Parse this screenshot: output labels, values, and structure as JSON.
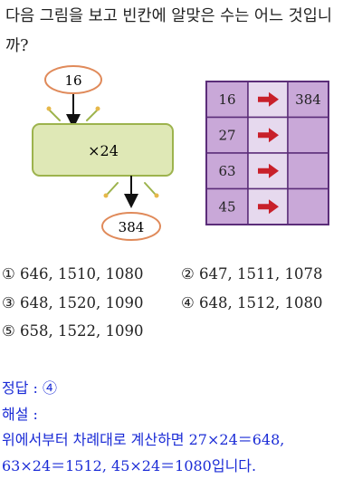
{
  "question": {
    "line1": "다음 그림을 보고 빈칸에 알맞은 수는 어느 것입니",
    "line2": "까?"
  },
  "machine": {
    "input": "16",
    "operation": "×24",
    "output": "384",
    "colors": {
      "outline": "#e08a5a",
      "box_fill": "#dfe8b6",
      "box_stroke": "#9db34d"
    }
  },
  "table": {
    "rows": [
      {
        "input": "16",
        "output": "384"
      },
      {
        "input": "27",
        "output": ""
      },
      {
        "input": "63",
        "output": ""
      },
      {
        "input": "45",
        "output": ""
      }
    ],
    "arrow_icon": "right-arrow-icon",
    "colors": {
      "cell": "#c9a8d8",
      "mid": "#e6d9ee",
      "border": "#5b2d79",
      "arrow": "#c8202a"
    }
  },
  "choices": [
    {
      "mark": "①",
      "text": "646, 1510, 1080"
    },
    {
      "mark": "②",
      "text": "647, 1511, 1078"
    },
    {
      "mark": "③",
      "text": "648, 1520, 1090"
    },
    {
      "mark": "④",
      "text": "648, 1512, 1080"
    },
    {
      "mark": "⑤",
      "text": "658, 1522, 1090"
    }
  ],
  "answer": {
    "label": "정답 : ④",
    "explain_label": "해설 :",
    "line1": "위에서부터 차례대로 계산하면 27×24＝648,",
    "line2": "63×24＝1512, 45×24＝1080입니다."
  }
}
